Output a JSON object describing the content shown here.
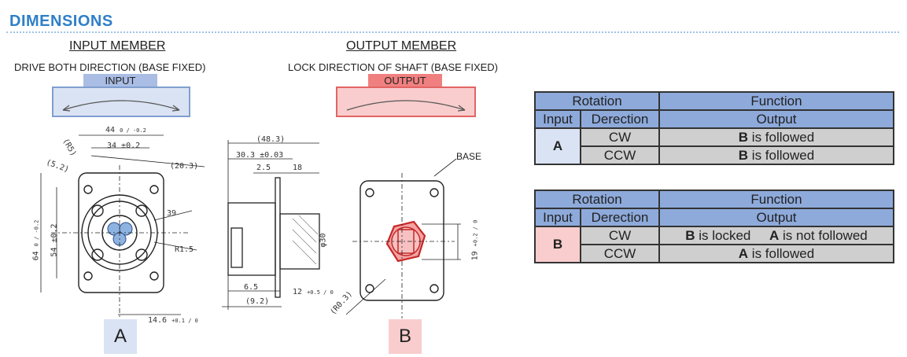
{
  "page_title": "DIMENSIONS",
  "input_member": {
    "heading": "INPUT MEMBER",
    "subheading": "DRIVE BOTH DIRECTION (BASE FIXED)",
    "tag": "INPUT",
    "dims": {
      "w44": "44",
      "w44_tol": "0 / -0.2",
      "w34": "34 ±0.2",
      "r5": "(R5)",
      "d52": "(5.2)",
      "d203": "(20.3)",
      "d39": "39",
      "r15": "R1.5",
      "h64": "64",
      "h64_tol": "0 / -0.2",
      "h54": "54 ±0.2",
      "d146": "14.6",
      "d146_tol": "+0.1 / 0"
    },
    "marker": "A"
  },
  "side_view": {
    "dims": {
      "d483": "(48.3)",
      "d303": "30.3 ±0.03",
      "d25": "2.5",
      "d18": "18",
      "d65": "6.5",
      "d92": "(9.2)",
      "d12": "12",
      "d12_tol": "+0.5 / 0"
    }
  },
  "output_member": {
    "heading": "OUTPUT MEMBER",
    "subheading": "LOCK DIRECTION OF SHAFT (BASE FIXED)",
    "tag": "OUTPUT",
    "base_label": "BASE",
    "dims": {
      "phi30": "φ30",
      "d19": "19",
      "d19_tol": "+0.2 / 0",
      "r03": "(R0.3)"
    },
    "marker": "B"
  },
  "table_a": {
    "header_rotation": "Rotation",
    "header_function": "Function",
    "sub_input": "Input",
    "sub_direction": "Derection",
    "sub_output": "Output",
    "input": "A",
    "rows": [
      {
        "direction": "CW",
        "b1": "B",
        "t1": " is followed",
        "b2": "",
        "t2": ""
      },
      {
        "direction": "CCW",
        "b1": "B",
        "t1": " is followed",
        "b2": "",
        "t2": ""
      }
    ]
  },
  "table_b": {
    "header_rotation": "Rotation",
    "header_function": "Function",
    "sub_input": "Input",
    "sub_direction": "Derection",
    "sub_output": "Output",
    "input": "B",
    "rows": [
      {
        "direction": "CW",
        "b1": "B",
        "t1": " is locked",
        "b2": "A",
        "t2": " is not followed"
      },
      {
        "direction": "CCW",
        "b1": "A",
        "t1": " is followed",
        "b2": "",
        "t2": ""
      }
    ]
  },
  "colors": {
    "title": "#2f7fc8",
    "input_fill": "#dae3f3",
    "input_stroke": "#7f9fcf",
    "output_fill": "#f9cdcd",
    "output_stroke": "#e36464",
    "header": "#8eaadb",
    "cell_grey": "#cfcfcf"
  }
}
